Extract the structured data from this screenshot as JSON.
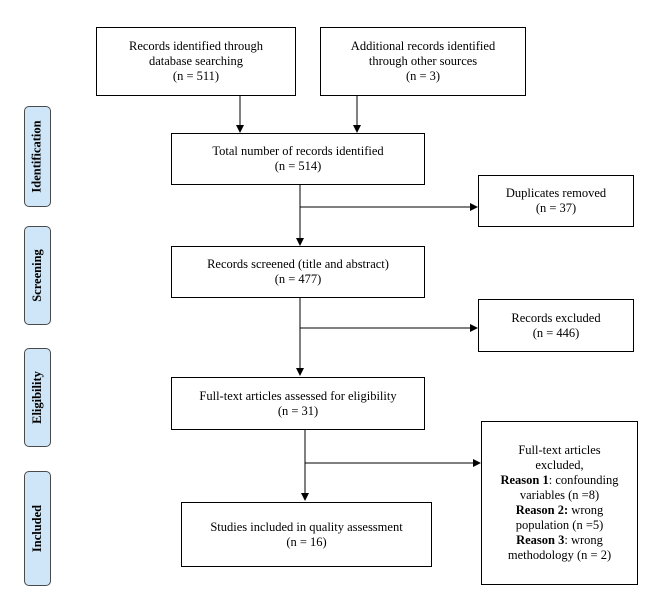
{
  "stages": [
    {
      "label": "Identification"
    },
    {
      "label": "Screening"
    },
    {
      "label": "Eligibility"
    },
    {
      "label": "Included"
    }
  ],
  "boxes": {
    "database": {
      "line1": "Records identified through",
      "line2": "database searching",
      "line3": "(n = 511)"
    },
    "other": {
      "line1": "Additional records identified",
      "line2": "through other sources",
      "line3": "(n = 3)"
    },
    "total": {
      "line1": "Total number of records identified",
      "line2": "(n = 514)"
    },
    "duplicates": {
      "line1": "Duplicates removed",
      "line2": "(n = 37)"
    },
    "screened": {
      "line1": "Records screened (title and abstract)",
      "line2": "(n = 477)"
    },
    "excluded": {
      "line1": "Records excluded",
      "line2": "(n = 446)"
    },
    "fulltext": {
      "line1": "Full-text articles assessed for eligibility",
      "line2": "(n = 31)"
    },
    "fulltext_excluded": {
      "line1": "Full-text articles",
      "line2": "excluded,",
      "reason1_label": "Reason 1",
      "reason1_text": ": confounding",
      "reason1_cont": "variables (n =8)",
      "reason2_label": "Reason 2:",
      "reason2_text": " wrong",
      "reason2_cont": "population (n =5)",
      "reason3_label": "Reason 3",
      "reason3_text": ": wrong",
      "reason3_cont": "methodology (n = 2)"
    },
    "included": {
      "line1": "Studies included in quality assessment",
      "line2": "(n = 16)"
    }
  }
}
